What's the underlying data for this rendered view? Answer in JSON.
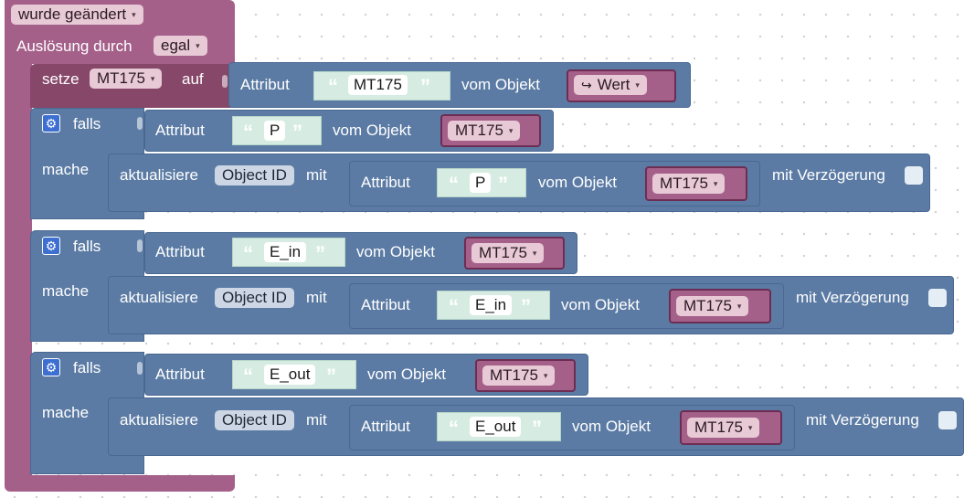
{
  "trigger": {
    "changed_label": "wurde geändert",
    "triggered_by_label": "Auslösung durch",
    "triggered_by_value": "egal"
  },
  "set_block": {
    "setze_label": "setze",
    "variable": "MT175",
    "auf_label": "auf",
    "attr_label": "Attribut",
    "attr_text": "MT175",
    "from_object_label": "vom Objekt",
    "object_value": "Wert",
    "object_icon": "return-arrow-icon"
  },
  "conditions": [
    {
      "falls_label": "falls",
      "mache_label": "mache",
      "attr_label": "Attribut",
      "attr_text": "P",
      "from_object_label": "vom Objekt",
      "object": "MT175",
      "update_label": "aktualisiere",
      "object_id_label": "Object ID",
      "mit_label": "mit",
      "inner_attr_label": "Attribut",
      "inner_attr_text": "P",
      "inner_from_object_label": "vom Objekt",
      "inner_object": "MT175",
      "delay_label": "mit Verzögerung"
    },
    {
      "falls_label": "falls",
      "mache_label": "mache",
      "attr_label": "Attribut",
      "attr_text": "E_in",
      "from_object_label": "vom Objekt",
      "object": "MT175",
      "update_label": "aktualisiere",
      "object_id_label": "Object ID",
      "mit_label": "mit",
      "inner_attr_label": "Attribut",
      "inner_attr_text": "E_in",
      "inner_from_object_label": "vom Objekt",
      "inner_object": "MT175",
      "delay_label": "mit Verzögerung"
    },
    {
      "falls_label": "falls",
      "mache_label": "mache",
      "attr_label": "Attribut",
      "attr_text": "E_out",
      "from_object_label": "vom Objekt",
      "object": "MT175",
      "update_label": "aktualisiere",
      "object_id_label": "Object ID",
      "mit_label": "mit",
      "inner_attr_label": "Attribut",
      "inner_attr_text": "E_out",
      "inner_from_object_label": "vom Objekt",
      "inner_object": "MT175",
      "delay_label": "mit Verzögerung"
    }
  ],
  "colors": {
    "event_block": "#a5608a",
    "logic_block": "#5b7ba4",
    "text_block": "#d6ece3",
    "object_block": "#a5608a",
    "gear_button": "#3d6fd1"
  },
  "quote_open": "“",
  "quote_close": "”",
  "dropdown_arrow": "▾",
  "gear_glyph": "⚙"
}
